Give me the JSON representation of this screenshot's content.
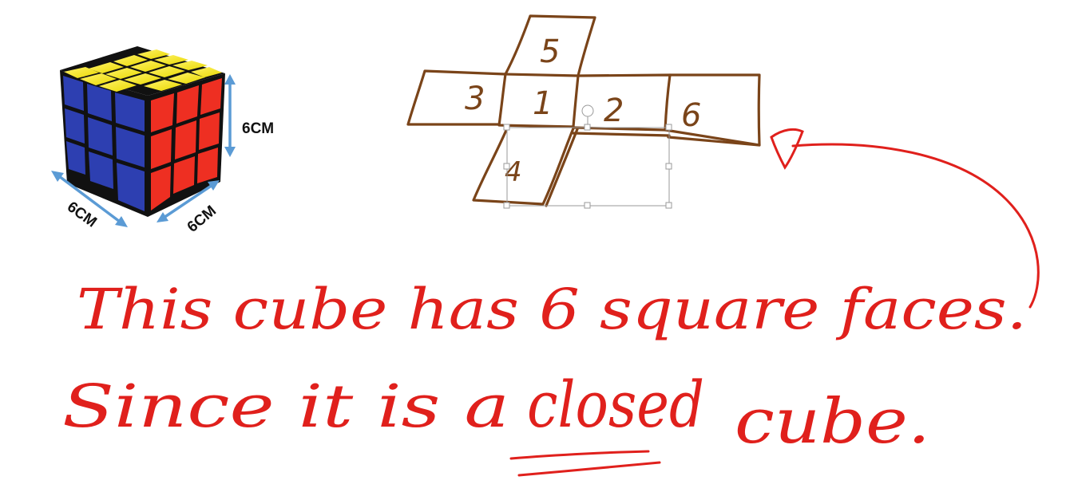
{
  "cube_image": {
    "dimensions": {
      "height": "6CM",
      "left_edge": "6CM",
      "right_edge": "6CM"
    },
    "colors": {
      "top": "#f6e60b",
      "left": "#2d3fb1",
      "right": "#ee2f22",
      "arrow": "#5b9bd5"
    }
  },
  "net_sketch": {
    "faces": [
      "5",
      "3",
      "1",
      "2",
      "6",
      "4"
    ],
    "stroke_color": "#7a4419",
    "selection_color": "#9a9a9a"
  },
  "handwriting": {
    "color": "#e0201c",
    "line1": "This cube has 6 square faces.",
    "line2_lead": "Since it is a",
    "line2_emphasis": "closed",
    "line2_tail": "cube."
  }
}
